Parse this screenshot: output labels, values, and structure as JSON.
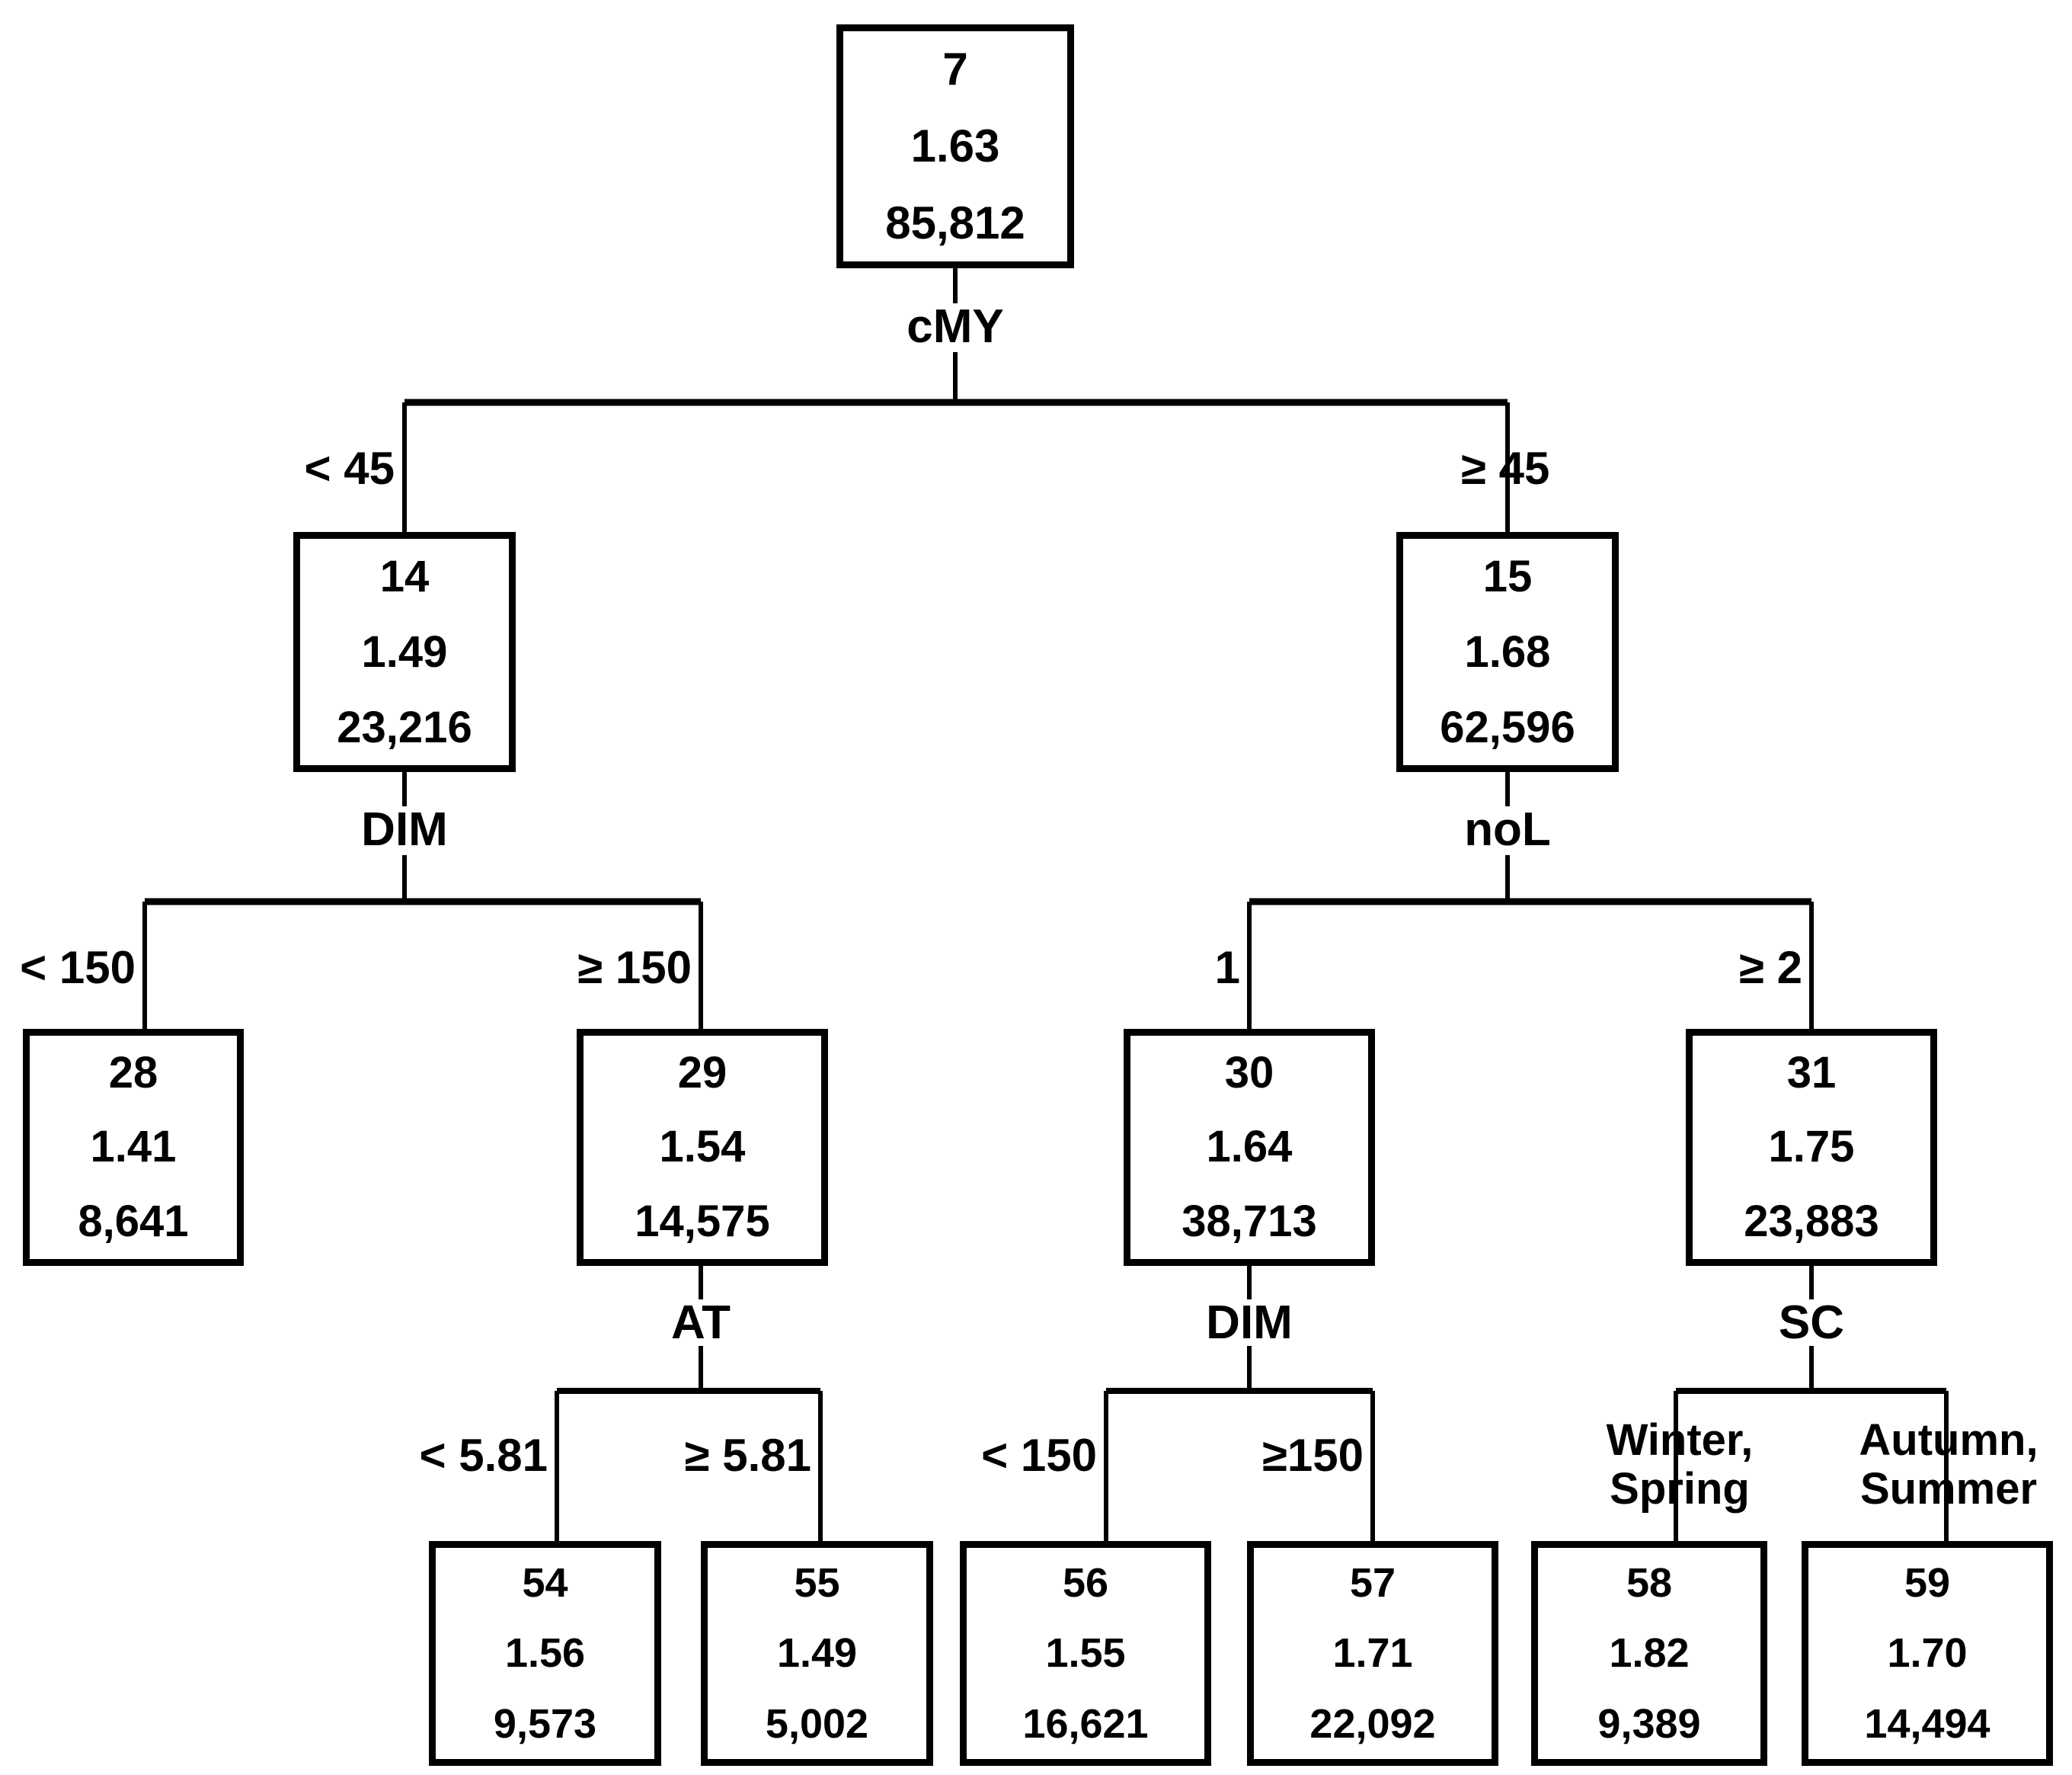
{
  "diagram": {
    "type": "decision-tree",
    "title": "",
    "node_fields": [
      "node_id",
      "mean",
      "count"
    ],
    "nodes": [
      {
        "id": "n7",
        "node_id": "7",
        "mean": "1.63",
        "count": "85,812"
      },
      {
        "id": "n14",
        "node_id": "14",
        "mean": "1.49",
        "count": "23,216"
      },
      {
        "id": "n15",
        "node_id": "15",
        "mean": "1.68",
        "count": "62,596"
      },
      {
        "id": "n28",
        "node_id": "28",
        "mean": "1.41",
        "count": "8,641"
      },
      {
        "id": "n29",
        "node_id": "29",
        "mean": "1.54",
        "count": "14,575"
      },
      {
        "id": "n30",
        "node_id": "30",
        "mean": "1.64",
        "count": "38,713"
      },
      {
        "id": "n31",
        "node_id": "31",
        "mean": "1.75",
        "count": "23,883"
      },
      {
        "id": "n54",
        "node_id": "54",
        "mean": "1.56",
        "count": "9,573"
      },
      {
        "id": "n55",
        "node_id": "55",
        "mean": "1.49",
        "count": "5,002"
      },
      {
        "id": "n56",
        "node_id": "56",
        "mean": "1.55",
        "count": "16,621"
      },
      {
        "id": "n57",
        "node_id": "57",
        "mean": "1.71",
        "count": "22,092"
      },
      {
        "id": "n58",
        "node_id": "58",
        "mean": "1.82",
        "count": "9,389"
      },
      {
        "id": "n59",
        "node_id": "59",
        "mean": "1.70",
        "count": "14,494"
      }
    ],
    "splits": [
      {
        "id": "s7",
        "variable": "cMY",
        "parent": "7",
        "left_label": "< 45",
        "right_label": "≥ 45"
      },
      {
        "id": "s14",
        "variable": "DIM",
        "parent": "14",
        "left_label": "< 150",
        "right_label": "≥ 150"
      },
      {
        "id": "s15",
        "variable": "noL",
        "parent": "15",
        "left_label": "1",
        "right_label": "≥ 2"
      },
      {
        "id": "s29",
        "variable": "AT",
        "parent": "29",
        "left_label": "< 5.81",
        "right_label": "≥ 5.81"
      },
      {
        "id": "s30",
        "variable": "DIM",
        "parent": "30",
        "left_label": "< 150",
        "right_label": "≥150"
      },
      {
        "id": "s31",
        "variable": "SC",
        "parent": "31",
        "left_label_line1": "Winter,",
        "left_label_line2": "Spring",
        "right_label_line1": "Autumn,",
        "right_label_line2": "Summer"
      }
    ],
    "colors": {
      "stroke": "#000000",
      "background": "#ffffff",
      "text": "#000000"
    }
  }
}
